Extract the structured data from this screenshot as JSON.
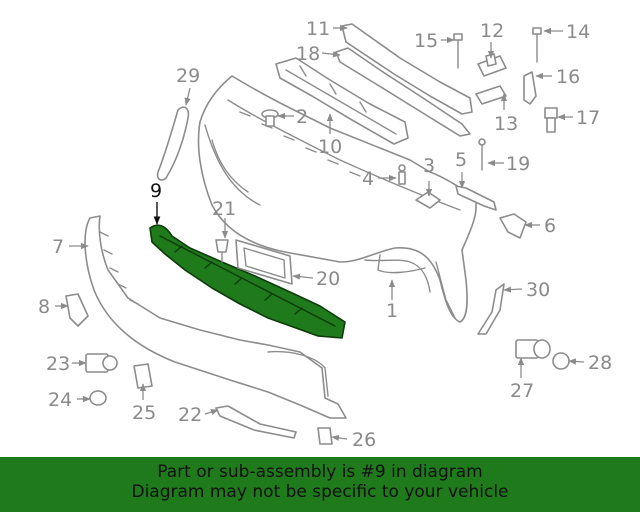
{
  "diagram": {
    "highlighted_callout": "9",
    "callouts": {
      "c1": "1",
      "c2": "2",
      "c3": "3",
      "c4": "4",
      "c5": "5",
      "c6": "6",
      "c7": "7",
      "c8": "8",
      "c9": "9",
      "c10": "10",
      "c11": "11",
      "c12": "12",
      "c13": "13",
      "c14": "14",
      "c15": "15",
      "c16": "16",
      "c17": "17",
      "c18": "18",
      "c19": "19",
      "c20": "20",
      "c21": "21",
      "c22": "22",
      "c23": "23",
      "c24": "24",
      "c25": "25",
      "c26": "26",
      "c27": "27",
      "c28": "28",
      "c29": "29",
      "c30": "30"
    },
    "colors": {
      "highlight_part": "#1e7a1a",
      "line_art": "#8c8c8c",
      "callout_text": "#8a8a8a",
      "highlight_text": "#111111"
    }
  },
  "footer": {
    "line1": "Part or sub-assembly is #9 in diagram",
    "line2": "Diagram may not be specific to your vehicle",
    "background": "#1e7a1a"
  }
}
